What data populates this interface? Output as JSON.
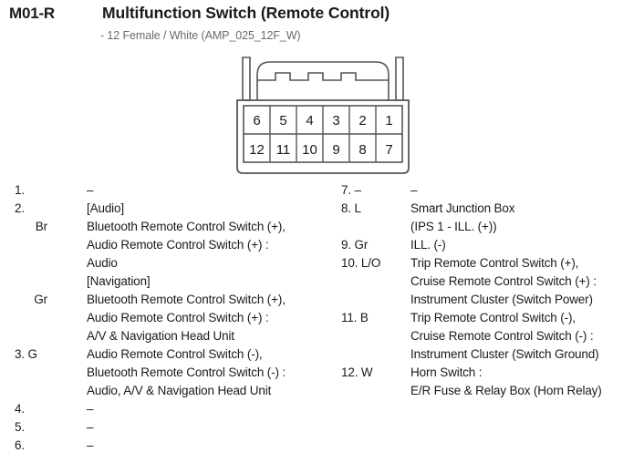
{
  "header": {
    "connector_code": "M01-R",
    "title": "Multifunction Switch (Remote Control)",
    "subtitle": "- 12 Female / White (AMP_025_12F_W)"
  },
  "connector": {
    "type": "12-pin-female-white",
    "rows": [
      [
        "6",
        "5",
        "4",
        "3",
        "2",
        "1"
      ],
      [
        "12",
        "11",
        "10",
        "9",
        "8",
        "7"
      ]
    ]
  },
  "pins_left": [
    {
      "num": "1.",
      "color": "–",
      "num_inline_color": true,
      "lines": [
        {
          "text": "–"
        }
      ]
    },
    {
      "num": "2.",
      "color": "",
      "lines": [
        {
          "text": "[Audio]"
        },
        {
          "color": "Br",
          "text": "Bluetooth Remote Control Switch (+),"
        },
        {
          "text": "Audio Remote Control Switch (+) :"
        },
        {
          "text": "Audio"
        },
        {
          "text": "[Navigation]"
        },
        {
          "color": "Gr",
          "text": "Bluetooth Remote Control Switch (+),"
        },
        {
          "text": "Audio Remote Control Switch (+) :"
        },
        {
          "text": "A/V & Navigation Head Unit"
        }
      ]
    },
    {
      "num": "3. G",
      "color": "",
      "lines": [
        {
          "text": "Audio Remote Control Switch (-),"
        },
        {
          "text": "Bluetooth Remote Control Switch (-) :"
        },
        {
          "text": "Audio, A/V & Navigation Head Unit"
        }
      ]
    },
    {
      "num": "4.",
      "color": "–",
      "num_inline_color": true,
      "lines": [
        {
          "text": "–"
        }
      ]
    },
    {
      "num": "5.",
      "color": "–",
      "num_inline_color": true,
      "lines": [
        {
          "text": "–"
        }
      ]
    },
    {
      "num": "6.",
      "color": "–",
      "num_inline_color": true,
      "lines": [
        {
          "text": "–"
        }
      ]
    }
  ],
  "pins_right": [
    {
      "num": "7. –",
      "lines": [
        {
          "text": "–"
        }
      ]
    },
    {
      "num": "8. L",
      "lines": [
        {
          "text": "Smart Junction Box"
        },
        {
          "text": "(IPS 1 - ILL. (+))"
        }
      ]
    },
    {
      "num": "9. Gr",
      "lines": [
        {
          "text": "ILL. (-)"
        }
      ]
    },
    {
      "num": "10. L/O",
      "lines": [
        {
          "text": "Trip Remote Control Switch (+),"
        },
        {
          "text": "Cruise Remote Control Switch (+) :"
        },
        {
          "text": "Instrument Cluster (Switch Power)"
        }
      ]
    },
    {
      "num": "11. B",
      "lines": [
        {
          "text": "Trip Remote Control Switch (-),"
        },
        {
          "text": "Cruise Remote Control Switch (-) :"
        },
        {
          "text": "Instrument Cluster (Switch Ground)"
        }
      ]
    },
    {
      "num": "12. W",
      "lines": [
        {
          "text": "Horn Switch :"
        },
        {
          "text": "E/R Fuse & Relay Box (Horn Relay)"
        }
      ]
    }
  ],
  "colors": {
    "text": "#1a1a1a",
    "subtitle": "#6b6b6b",
    "diagram_stroke": "#555555",
    "background": "#ffffff"
  }
}
